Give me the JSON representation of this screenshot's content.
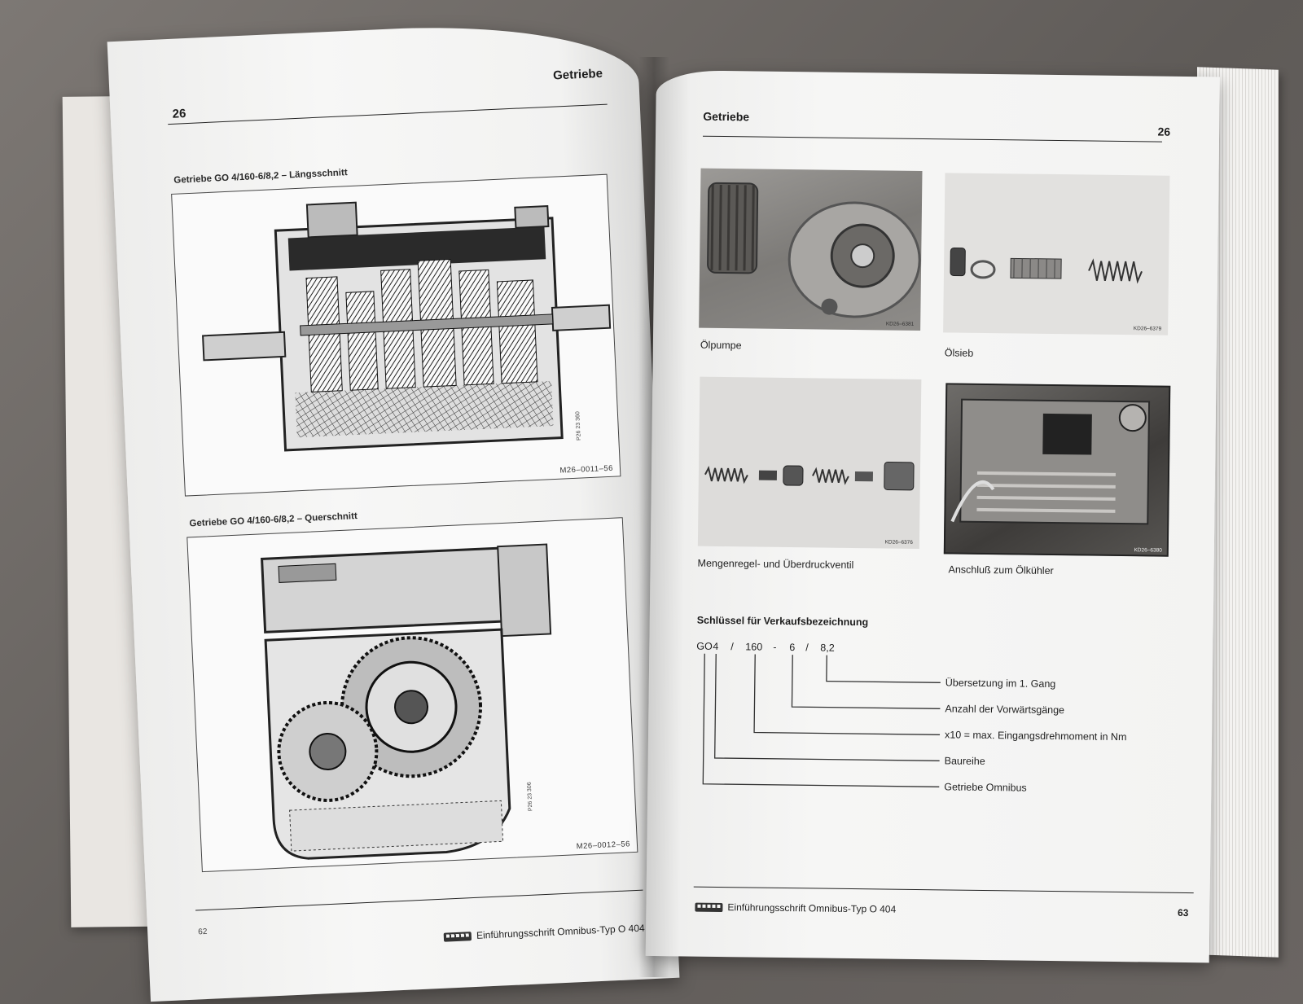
{
  "left_page": {
    "section": "Getriebe",
    "number": "26",
    "figure1": {
      "caption": "Getriebe GO 4/160-6/8,2 – Längsschnitt",
      "code": "M26–0011–56",
      "vertical_code": "P26 23 360"
    },
    "figure2": {
      "caption": "Getriebe GO 4/160-6/8,2 – Querschnitt",
      "code": "M26–0012–56",
      "vertical_code": "P26 23 306"
    },
    "page_no": "62",
    "footer": "Einführungsschrift Omnibus-Typ O 404"
  },
  "right_page": {
    "section": "Getriebe",
    "number": "26",
    "photos": [
      {
        "label": "Ölpumpe",
        "code": "KD26–6381"
      },
      {
        "label": "Ölsieb",
        "code": "KD26–6379"
      },
      {
        "label": "Mengenregel- und Überdruckventil",
        "code": "KD26–6376"
      },
      {
        "label": "Anschluß zum Ölkühler",
        "code": "KD26–6380"
      }
    ],
    "key": {
      "title": "Schlüssel für Verkaufsbezeichnung",
      "parts": [
        "GO",
        "4",
        "/",
        "160",
        "-",
        "6",
        "/",
        "8,2"
      ],
      "labels": [
        "Übersetzung im 1. Gang",
        "Anzahl der Vorwärtsgänge",
        "x10 = max. Eingangsdrehmoment in Nm",
        "Baureihe",
        "Getriebe Omnibus"
      ]
    },
    "footer": "Einführungsschrift Omnibus-Typ O 404",
    "page_no": "63"
  }
}
